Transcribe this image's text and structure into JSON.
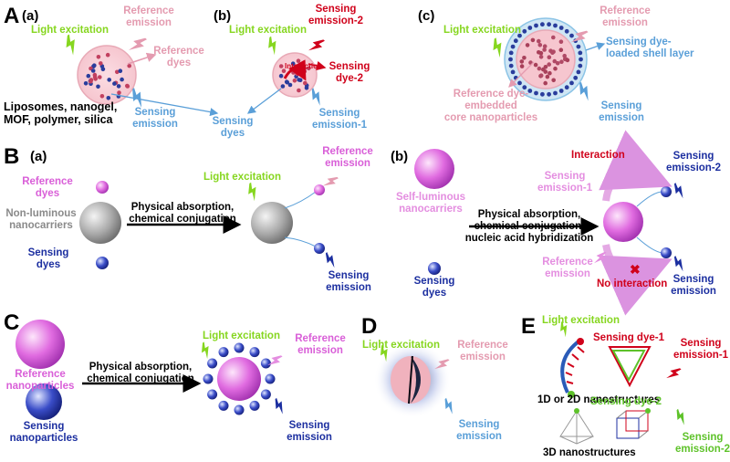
{
  "colors": {
    "light_excitation": "#86d61f",
    "reference_emission": "#e49bb0",
    "sensing_emission_2": "#d0021b",
    "sensing_emission_light": "#5a9fd8",
    "sensing_emission_dark": "#1c2fa0",
    "reference_dyes_magenta": "#d95fd8"
  },
  "icons": [
    "lightning-icon",
    "arrow-icon",
    "nanoparticle-icon",
    "dye-icon"
  ],
  "panelA": {
    "letter": "A",
    "a": {
      "label": "(a)",
      "light_excitation": "Light excitation",
      "reference_emission": "Reference\nemission",
      "reference_dyes": "Reference\ndyes",
      "carriers": "Liposomes, nanogel,\nMOF, polymer, silica",
      "sensing_emission": "Sensing\nemission"
    },
    "b": {
      "label": "(b)",
      "light_excitation": "Light excitation",
      "sensing_emission_2": "Sensing\nemission-2",
      "interaction": "Interaction",
      "sensing_dye_2": "Sensing\ndye-2",
      "sensing_emission_1": "Sensing\nemission-1"
    },
    "sensing_dyes": "Sensing\ndyes",
    "c": {
      "label": "(c)",
      "light_excitation": "Light excitation",
      "reference_emission": "Reference\nemission",
      "shell": "Sensing dye-\nloaded shell layer",
      "core": "Reference dye-\nembedded\ncore nanoparticles",
      "sensing_emission": "Sensing\nemission"
    }
  },
  "panelB": {
    "letter": "B",
    "a": {
      "label": "(a)",
      "reference_dyes": "Reference\ndyes",
      "non_luminous": "Non-luminous\nnanocarriers",
      "sensing_dyes": "Sensing\ndyes",
      "process": "Physical absorption,\nchemical conjugation",
      "light_excitation": "Light excitation",
      "reference_emission": "Reference\nemission",
      "sensing_emission": "Sensing\nemission"
    },
    "b": {
      "label": "(b)",
      "self_luminous": "Self-luminous\nnanocarriers",
      "sensing_dyes": "Sensing\ndyes",
      "process": "Physical absorption,\nchemical conjugation,\nnucleic acid hybridization",
      "interaction": "Interaction",
      "sensing_emission_1": "Sensing\nemission-1",
      "sensing_emission_2": "Sensing\nemission-2",
      "reference_emission": "Reference\nemission",
      "no_interaction": "No interaction",
      "sensing_emission": "Sensing\nemission"
    }
  },
  "panelC": {
    "letter": "C",
    "reference_np": "Reference\nnanoparticles",
    "sensing_np": "Sensing\nnanoparticles",
    "process": "Physical absorption,\nchemical conjugation",
    "light_excitation": "Light excitation",
    "reference_emission": "Reference\nemission",
    "sensing_emission": "Sensing\nemission"
  },
  "panelD": {
    "letter": "D",
    "light_excitation": "Light excitation",
    "reference_emission": "Reference\nemission",
    "sensing_emission": "Sensing\nemission"
  },
  "panelE": {
    "letter": "E",
    "light_excitation": "Light excitation",
    "sensing_dye_1": "Sensing dye-1",
    "sensing_emission_1": "Sensing\nemission-1",
    "nano_1d2d": "1D or 2D nanostructures",
    "sensing_dye_2": "Sensing dye-2",
    "sensing_emission_2": "Sensing\nemission-2",
    "nano_3d": "3D nanostructures"
  }
}
